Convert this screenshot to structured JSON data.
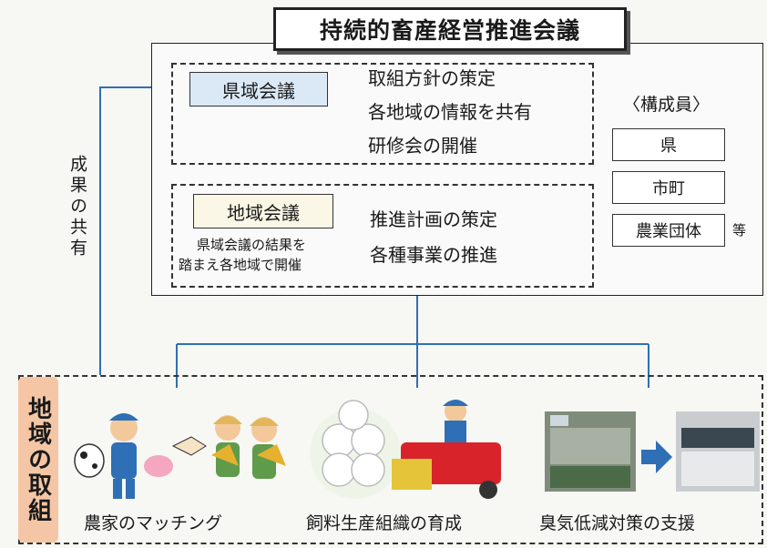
{
  "title": "持続的畜産経営推進会議",
  "prefecture_meeting": {
    "label": "県域会議",
    "tasks": [
      "取組方針の策定",
      "各地域の情報を共有",
      "研修会の開催"
    ]
  },
  "local_meeting": {
    "label": "地域会議",
    "note_line1": "県域会議の結果を",
    "note_line2": "踏まえ各地域で開催",
    "tasks": [
      "推進計画の策定",
      "各種事業の推進"
    ]
  },
  "members": {
    "heading": "〈構成員〉",
    "items": [
      "県",
      "市町",
      "農業団体"
    ],
    "suffix": "等"
  },
  "feedback_label": "成果の共有",
  "regional_efforts": {
    "label": "地域の取組",
    "items": [
      "農家のマッチング",
      "飼料生産組織の育成",
      "臭気低減対策の支援"
    ]
  },
  "colors": {
    "connector_blue": "#2f6fb5",
    "down_arrow_blue": "#3d7fc7",
    "side_label_bg": "#f4c6a5",
    "pref_label_bg": "#dbe9f7"
  }
}
